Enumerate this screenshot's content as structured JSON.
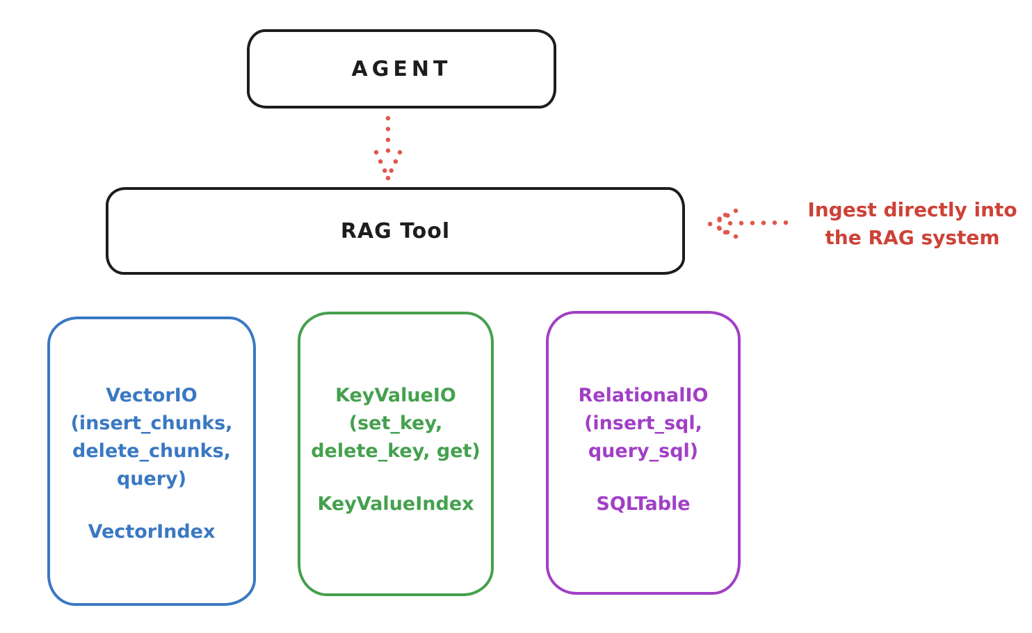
{
  "colors": {
    "ink": "#1d1d1d",
    "arrow_red": "#e0574e",
    "annotation_red": "#cd4237",
    "vector_blue": "#3a78c2",
    "keyvalue_green": "#45a04e",
    "relational_purple": "#a13fc6",
    "background": "#ffffff"
  },
  "agent": {
    "label": "AGENT"
  },
  "rag_tool": {
    "label": "RAG Tool"
  },
  "annotation": {
    "text": "Ingest directly into\nthe RAG system"
  },
  "modules": [
    {
      "name": "VectorIO",
      "io_block": "VectorIO\n(insert_chunks,\ndelete_chunks,\nquery)",
      "index_label": "VectorIndex"
    },
    {
      "name": "KeyValueIO",
      "io_block": "KeyValueIO\n(set_key,\ndelete_key, get)",
      "index_label": "KeyValueIndex"
    },
    {
      "name": "RelationalIO",
      "io_block": "RelationalIO\n(insert_sql,\nquery_sql)",
      "index_label": "SQLTable"
    }
  ]
}
